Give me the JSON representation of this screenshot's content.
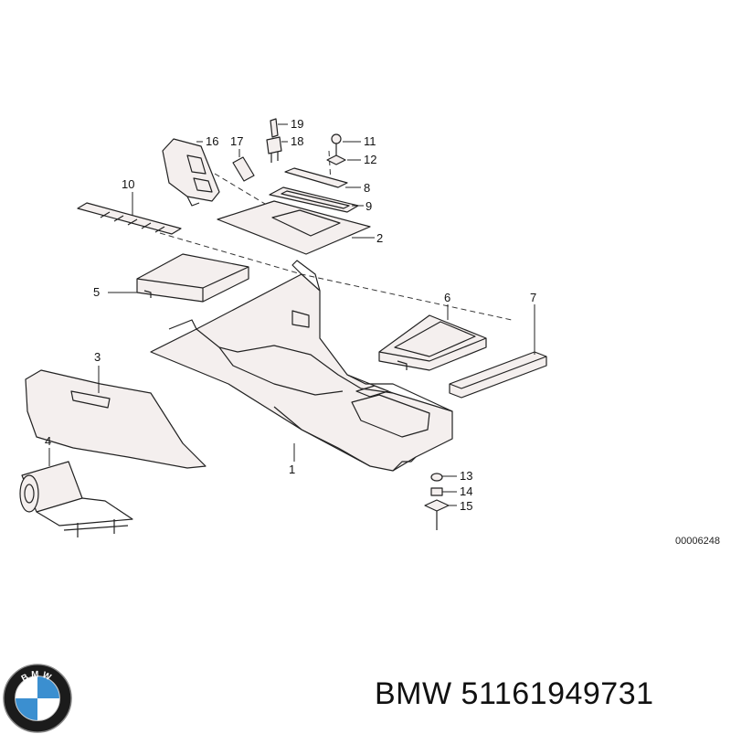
{
  "callouts": [
    "1",
    "2",
    "3",
    "4",
    "5",
    "6",
    "7",
    "8",
    "9",
    "10",
    "11",
    "12",
    "13",
    "14",
    "15",
    "16",
    "17",
    "18",
    "19"
  ],
  "diagram_code": "00006248",
  "brand": "BMW",
  "part_number": "51161949731",
  "logo_letters": "BMW",
  "colors": {
    "logo_blue": "#3b8fd0",
    "logo_ring": "#1b1b1b",
    "part_tint": "#f4efee"
  },
  "icons": {
    "logo": "bmw-roundel-icon"
  }
}
